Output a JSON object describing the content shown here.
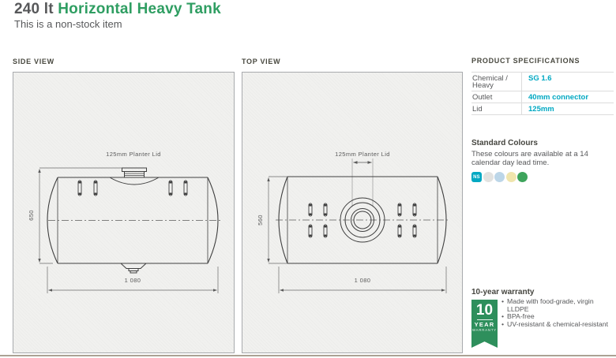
{
  "page": {
    "title_prefix": "240 lt ",
    "title_main": "Horizontal Heavy Tank",
    "subtitle": "This is a non-stock item"
  },
  "panels": {
    "side_view": {
      "label": "SIDE VIEW",
      "lid_label": "125mm Planter Lid",
      "height_dim": "650",
      "length_dim": "1 080"
    },
    "top_view": {
      "label": "TOP VIEW",
      "lid_label": "125mm Planter Lid",
      "width_dim": "560",
      "length_dim": "1 080"
    }
  },
  "specs": {
    "heading": "PRODUCT SPECIFICATIONS",
    "rows": [
      {
        "label": "Chemical / Heavy",
        "value": "SG 1.6"
      },
      {
        "label": "Outlet",
        "value": "40mm connector"
      },
      {
        "label": "Lid",
        "value": "125mm"
      }
    ]
  },
  "standard_colours": {
    "heading": "Standard Colours",
    "description": "These colours are available at a 14 calendar day lead time.",
    "swatches": [
      {
        "name": "ns",
        "label": "NS",
        "color": "#00a8c2"
      },
      {
        "name": "natural",
        "label": "",
        "color": "#e2e2e0"
      },
      {
        "name": "light-blue",
        "label": "",
        "color": "#bcd6e8"
      },
      {
        "name": "beige",
        "label": "",
        "color": "#f0e5ad"
      },
      {
        "name": "green",
        "label": "",
        "color": "#3ea45c"
      }
    ]
  },
  "warranty": {
    "heading": "10-year warranty",
    "badge": {
      "number": "10",
      "line1": "YEAR",
      "line2": "WARRANTY"
    },
    "bullets": [
      "Made with food-grade, virgin LLDPE",
      "BPA-free",
      "UV-resistant & chemical-resistant"
    ]
  },
  "colors": {
    "brand_green": "#2f9e62",
    "ribbon_green": "#2e8f5c",
    "teal": "#00a8c2",
    "dark_text": "#57585a"
  }
}
